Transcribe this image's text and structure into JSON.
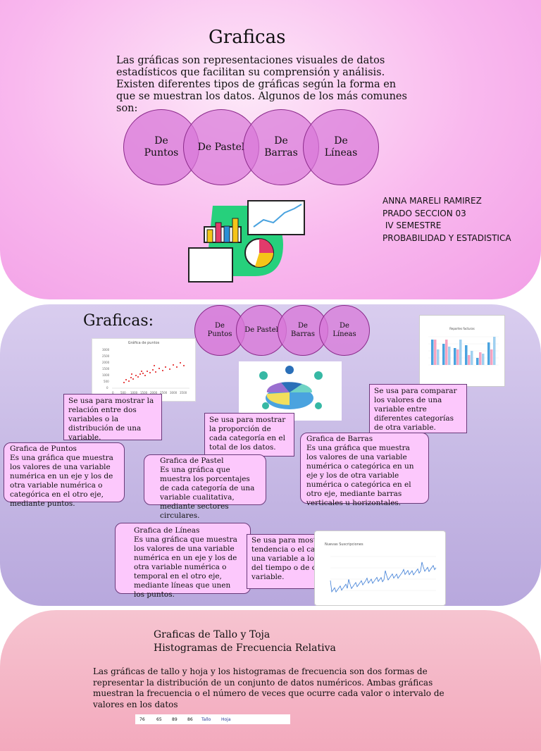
{
  "sec1": {
    "title": "Graficas",
    "intro": "Las gráficas son representaciones visuales de datos estadísticos que facilitan su comprensión y análisis. Existen diferentes tipos de gráficas según la forma en que se muestran los datos. Algunos de los más comunes son:",
    "circles": [
      "De Puntos",
      "De Pastel",
      "De Barras",
      "De Líneas"
    ],
    "author": [
      "ANNA MARELI RAMIREZ",
      "PRADO SECCION 03",
      " IV SEMESTRE",
      "PROBABILIDAD Y ESTADISTICA"
    ]
  },
  "sec2": {
    "title": "Graficas:",
    "circles": [
      "De Puntos",
      "De Pastel",
      "De Barras",
      "De Líneas"
    ],
    "scatter_title": "Gráfica de puntos",
    "scatter_xticks": [
      "0",
      "500",
      "1000",
      "1500",
      "2000",
      "2500",
      "3000",
      "3500"
    ],
    "scatter_yticks": [
      "3000",
      "2500",
      "2000",
      "1500",
      "1000",
      "500",
      "0"
    ],
    "bar_title": "Reportes facturas",
    "line_title": "Nuevas Suscripciones",
    "puntos_use": "Se usa para mostrar la relación entre dos variables o la distribución de una variable.",
    "puntos_title": "Grafica de Puntos",
    "puntos_def": "Es una gráfica que muestra los valores de una variable numérica en un eje y los de otra variable numérica o categórica en el otro eje, mediante puntos.",
    "pastel_use": "Se usa para mostrar la proporción de cada categoría en el total de los datos.",
    "pastel_title": "Grafica de Pastel",
    "pastel_def": "Es una gráfica que muestra los porcentajes de cada categoría de una variable cualitativa, mediante sectores circulares.",
    "barras_use": "Se usa para comparar los valores de una variable entre diferentes categorías de otra variable.",
    "barras_title": "Grafica de Barras",
    "barras_def": "Es una gráfica que muestra los valores de una variable numérica o categórica en un eje y los de otra variable numérica o categórica en el otro eje, mediante barras verticales u horizontales.",
    "lineas_title": "Grafica de Líneas",
    "lineas_def": "Es una gráfica que muestra los valores de una variable numérica en un eje y los de otra variable numérica o temporal en el otro eje, mediante líneas que unen los puntos.",
    "lineas_use": "Se usa para mostrar la tendencia o el cambio de una variable a lo largo del tiempo o de otra variable."
  },
  "sec3": {
    "title1": "Graficas  de Tallo y Toja",
    "title2": "Histogramas de Frecuencia Relativa",
    "body": "Las gráficas de tallo y hoja y los histogramas de frecuencia son dos formas de representar la distribución de un conjunto de datos numéricos. Ambas gráficas muestran la frecuencia o el número de veces que ocurre cada valor o intervalo de valores en los datos",
    "table_cells": [
      "76",
      "65",
      "89",
      "86",
      "Tallo",
      "Hoja"
    ]
  },
  "colors": {
    "circle_fill": "#d878d8",
    "circle_border": "#8a2a8a",
    "box_fill": "#fcc8fc"
  }
}
